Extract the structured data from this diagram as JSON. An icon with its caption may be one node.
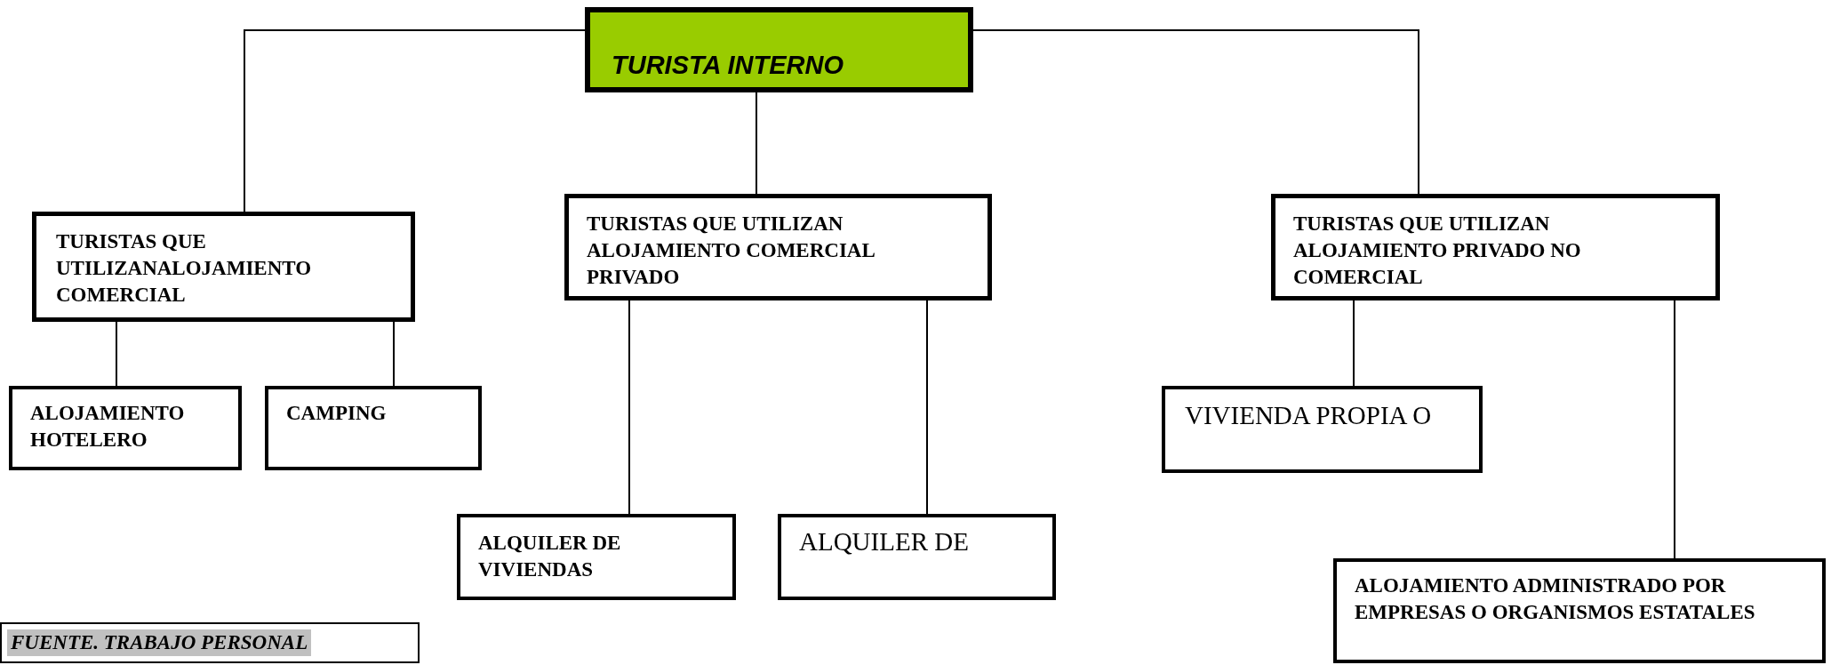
{
  "diagram": {
    "nodes": [
      {
        "text": [
          "TURISTA INTERNO"
        ]
      },
      {
        "text": [
          "TURISTAS QUE UTILIZANALOJAMIENTO COMERCIAL"
        ]
      },
      {
        "text": [
          "TURISTAS QUE UTILIZAN ALOJAMIENTO COMERCIAL PRIVADO"
        ]
      },
      {
        "text": [
          "TURISTAS QUE UTILIZAN ALOJAMIENTO PRIVADO NO COMERCIAL"
        ]
      },
      {
        "text": [
          "ALOJAMIENTO HOTELERO"
        ]
      },
      {
        "text": [
          "CAMPING"
        ]
      },
      {
        "text": [
          "ALQUILER DE VIVIENDAS"
        ]
      },
      {
        "text": [
          "ALQUILER DE"
        ]
      },
      {
        "text": [
          "VIVIENDA PROPIA O"
        ]
      },
      {
        "text": [
          "ALOJAMIENTO ADMINISTRADO POR EMPRESAS O ORGANISMOS ESTATALES"
        ]
      },
      {
        "text": [
          "FUENTE. TRABAJO PERSONAL"
        ]
      }
    ],
    "edges": [
      {
        "from": 0,
        "to": 1,
        "arrow": "none"
      },
      {
        "from": 0,
        "to": 2,
        "arrow": "none"
      },
      {
        "from": 0,
        "to": 3,
        "arrow": "none"
      },
      {
        "from": 1,
        "to": 4,
        "arrow": "none"
      },
      {
        "from": 1,
        "to": 5,
        "arrow": "none"
      },
      {
        "from": 2,
        "to": 6,
        "arrow": "none"
      },
      {
        "from": 2,
        "to": 7,
        "arrow": "none"
      },
      {
        "from": 3,
        "to": 8,
        "arrow": "none"
      },
      {
        "from": 3,
        "to": 9,
        "arrow": "none"
      }
    ]
  }
}
